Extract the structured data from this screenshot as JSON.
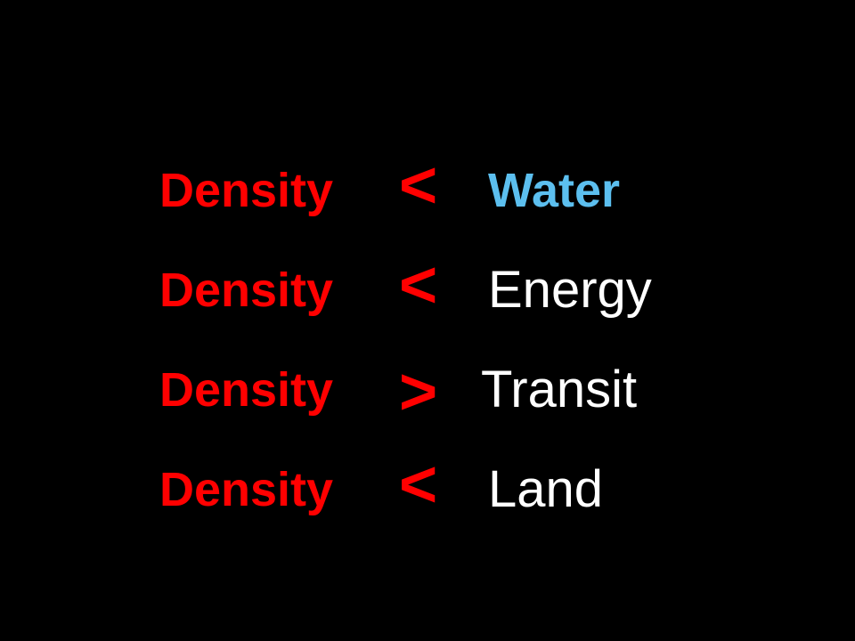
{
  "colors": {
    "background": "#000000",
    "red": "#ff0000",
    "blue": "#5cbfef",
    "white": "#ffffff"
  },
  "rows": [
    {
      "left": "Density",
      "op": "<",
      "right": "Water",
      "right_color": "#5cbfef"
    },
    {
      "left": "Density",
      "op": "<",
      "right": "Energy",
      "right_color": "#ffffff"
    },
    {
      "left": "Density",
      "op": ">",
      "right": "Transit",
      "right_color": "#ffffff"
    },
    {
      "left": "Density",
      "op": "<",
      "right": "Land",
      "right_color": "#ffffff"
    }
  ]
}
